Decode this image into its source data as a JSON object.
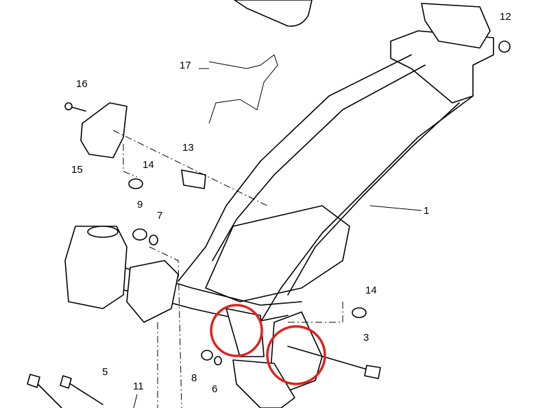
{
  "diagram": {
    "labels": {
      "p12": "12",
      "p17": "17",
      "p16": "16",
      "p15": "15",
      "p14a": "14",
      "p13": "13",
      "p9": "9",
      "p7": "7",
      "p1": "1",
      "p14b": "14",
      "p3": "3",
      "p5": "5",
      "p8": "8",
      "p6": "6",
      "p11": "11"
    },
    "highlight_color": "#e0201c"
  }
}
